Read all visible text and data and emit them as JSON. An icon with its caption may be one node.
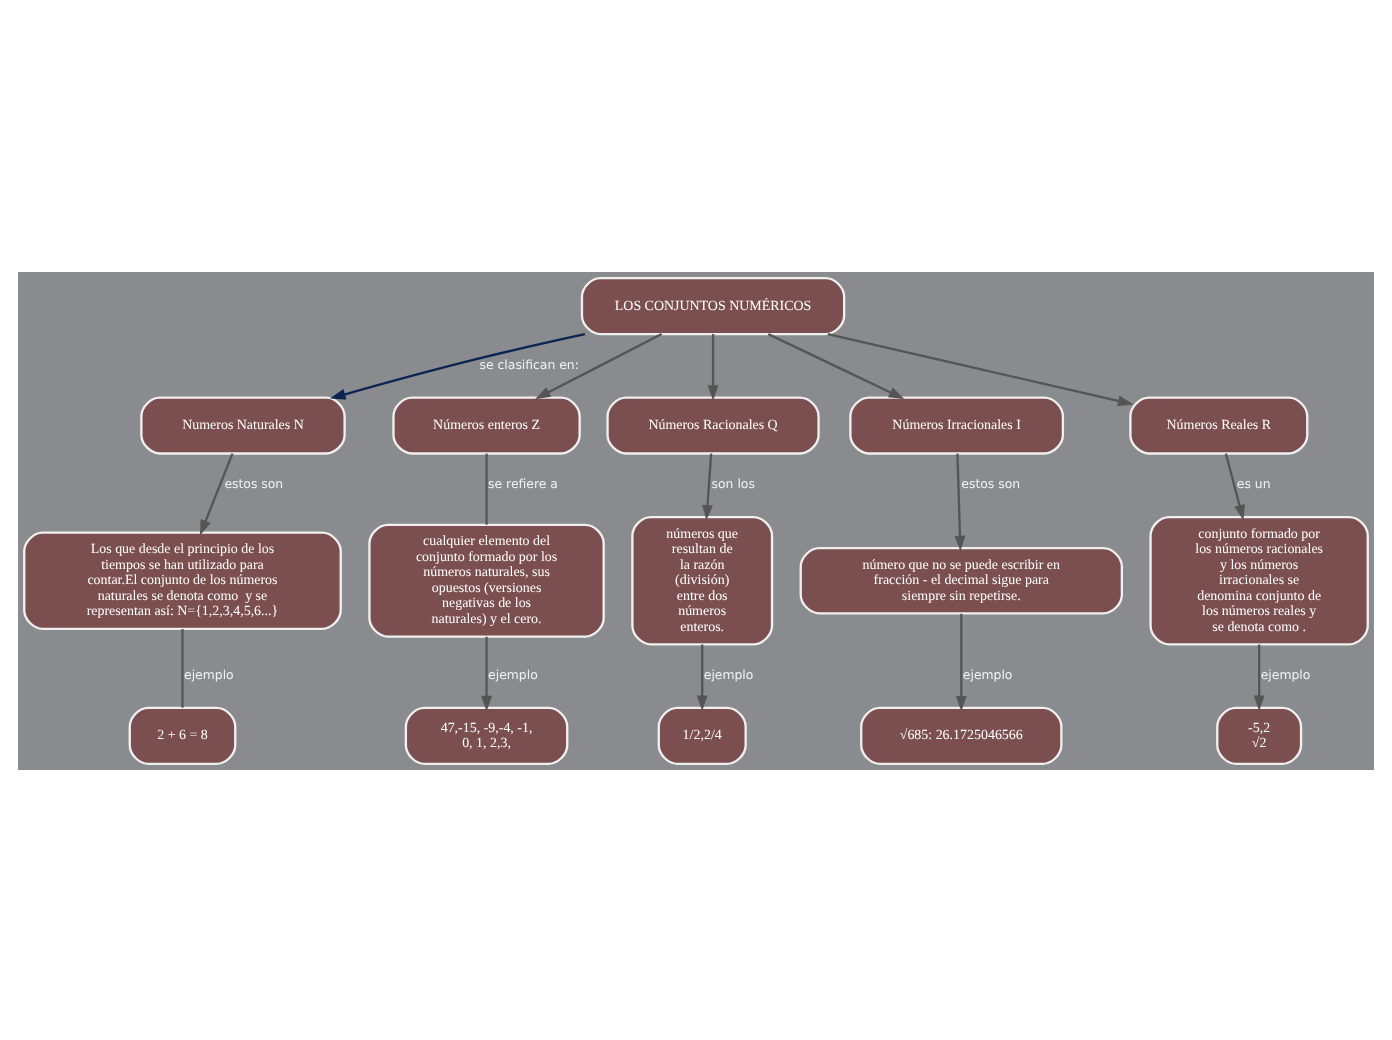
{
  "diagram": {
    "nodes": [
      {
        "text": [
          "LOS CONJUNTOS NUMÉRICOS"
        ]
      },
      {
        "text": [
          "Numeros Naturales N"
        ]
      },
      {
        "text": [
          "Números enteros Z"
        ]
      },
      {
        "text": [
          "Números Racionales Q"
        ]
      },
      {
        "text": [
          "Números Irracionales I"
        ]
      },
      {
        "text": [
          "Números Reales R"
        ]
      },
      {
        "text": [
          "Los que desde el principio de los tiempos se han utilizado para contar.El conjunto de los números naturales se denota como  y se representan así: N={1,2,3,4,5,6...}"
        ]
      },
      {
        "text": [
          "cualquier elemento del conjunto formado por los números naturales, sus opuestos (versiones negativas de los naturales) y el cero."
        ]
      },
      {
        "text": [
          "números que resultan de la razón (división) entre dos números enteros."
        ]
      },
      {
        "text": [
          "número que no se puede escribir en fracción - el decimal sigue para siempre sin repetirse."
        ]
      },
      {
        "text": [
          "conjunto formado por los números racionales y los números irracionales se denomina conjunto de los números reales y se denota como ."
        ]
      },
      {
        "text": [
          "2 + 6 = 8"
        ]
      },
      {
        "text": [
          "47,-15, -9,-4, -1, 0, 1, 2,3,"
        ]
      },
      {
        "text": [
          "1/2,2/4"
        ]
      },
      {
        "text": [
          "√685: 26.1725046566"
        ]
      },
      {
        "text": [
          "-5,2 √2"
        ]
      }
    ],
    "edges": [
      {
        "from": 0,
        "to": 1,
        "arrow": "to",
        "label": "se clasifican en:",
        "color": "#0b2550"
      },
      {
        "from": 0,
        "to": 2,
        "arrow": "to"
      },
      {
        "from": 0,
        "to": 3,
        "arrow": "to"
      },
      {
        "from": 0,
        "to": 4,
        "arrow": "to"
      },
      {
        "from": 0,
        "to": 5,
        "arrow": "to"
      },
      {
        "from": 1,
        "to": 6,
        "arrow": "to",
        "label": "estos son"
      },
      {
        "from": 2,
        "to": 7,
        "arrow": "none",
        "label": "se refiere a"
      },
      {
        "from": 3,
        "to": 8,
        "arrow": "to",
        "label": "son los"
      },
      {
        "from": 4,
        "to": 9,
        "arrow": "to",
        "label": "estos son"
      },
      {
        "from": 5,
        "to": 10,
        "arrow": "to",
        "label": "es un"
      },
      {
        "from": 6,
        "to": 11,
        "arrow": "none",
        "label": "ejemplo"
      },
      {
        "from": 7,
        "to": 12,
        "arrow": "to",
        "label": "ejemplo"
      },
      {
        "from": 8,
        "to": 13,
        "arrow": "to",
        "label": "ejemplo"
      },
      {
        "from": 9,
        "to": 14,
        "arrow": "to",
        "label": "ejemplo"
      },
      {
        "from": 10,
        "to": 15,
        "arrow": "to",
        "label": "ejemplo"
      }
    ]
  }
}
